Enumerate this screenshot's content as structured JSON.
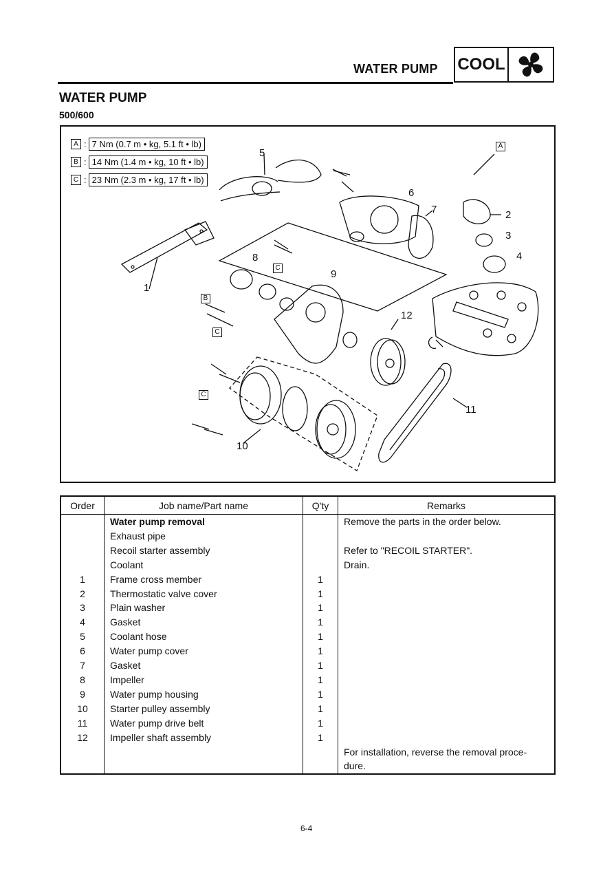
{
  "header": {
    "title": "WATER PUMP",
    "badge": "COOL",
    "badge_icon": "fan-icon"
  },
  "section": {
    "title": "WATER PUMP",
    "subtitle": "500/600"
  },
  "torque_specs": [
    {
      "letter": "A",
      "value": "7 Nm (0.7 m • kg, 5.1 ft • lb)"
    },
    {
      "letter": "B",
      "value": "14 Nm (1.4 m • kg, 10 ft • lb)"
    },
    {
      "letter": "C",
      "value": "23 Nm (2.3 m • kg, 17 ft • lb)"
    }
  ],
  "callouts": [
    "1",
    "2",
    "3",
    "4",
    "5",
    "6",
    "7",
    "8",
    "9",
    "10",
    "11",
    "12"
  ],
  "diagram_letters": {
    "a": "A",
    "b": "B",
    "c": "C"
  },
  "table": {
    "headers": {
      "order": "Order",
      "job": "Job name/Part name",
      "qty": "Q'ty",
      "remarks": "Remarks"
    },
    "rows": [
      {
        "order": "",
        "job": "Water pump removal",
        "qty": "",
        "remarks": "Remove the parts in the order below."
      },
      {
        "order": "",
        "job": "Exhaust pipe",
        "qty": "",
        "remarks": ""
      },
      {
        "order": "",
        "job": "Recoil starter assembly",
        "qty": "",
        "remarks": "Refer to \"RECOIL STARTER\"."
      },
      {
        "order": "",
        "job": "Coolant",
        "qty": "",
        "remarks": "Drain."
      },
      {
        "order": "1",
        "job": "Frame cross member",
        "qty": "1",
        "remarks": ""
      },
      {
        "order": "2",
        "job": "Thermostatic valve cover",
        "qty": "1",
        "remarks": ""
      },
      {
        "order": "3",
        "job": "Plain washer",
        "qty": "1",
        "remarks": ""
      },
      {
        "order": "4",
        "job": "Gasket",
        "qty": "1",
        "remarks": ""
      },
      {
        "order": "5",
        "job": "Coolant hose",
        "qty": "1",
        "remarks": ""
      },
      {
        "order": "6",
        "job": "Water pump cover",
        "qty": "1",
        "remarks": ""
      },
      {
        "order": "7",
        "job": "Gasket",
        "qty": "1",
        "remarks": ""
      },
      {
        "order": "8",
        "job": "Impeller",
        "qty": "1",
        "remarks": ""
      },
      {
        "order": "9",
        "job": "Water pump housing",
        "qty": "1",
        "remarks": ""
      },
      {
        "order": "10",
        "job": "Starter pulley assembly",
        "qty": "1",
        "remarks": ""
      },
      {
        "order": "11",
        "job": "Water pump drive belt",
        "qty": "1",
        "remarks": ""
      },
      {
        "order": "12",
        "job": "Impeller shaft assembly",
        "qty": "1",
        "remarks": ""
      },
      {
        "order": "",
        "job": "",
        "qty": "",
        "remarks": "For installation, reverse the removal proce-"
      },
      {
        "order": "",
        "job": "",
        "qty": "",
        "remarks": "dure."
      }
    ]
  },
  "page_number": "6-4"
}
